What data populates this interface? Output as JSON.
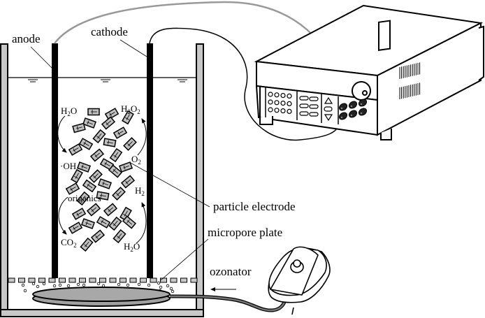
{
  "diagram": {
    "labels": {
      "anode": "anode",
      "cathode": "cathode",
      "particle_electrode": "particle electrode",
      "micropore_plate": "micropore plate",
      "ozonator": "ozonator"
    },
    "species": {
      "h2o_top": {
        "main": "H",
        "sub": "2",
        "tail": "O"
      },
      "h2o2": {
        "main": "H",
        "sub1": "2",
        "mid": "O",
        "sub2": "2"
      },
      "oh": "·OH",
      "o2": {
        "main": "O",
        "sub": "2"
      },
      "organics": "origanics",
      "h2": {
        "main": "H",
        "sub": "2"
      },
      "co2": {
        "main": "CO",
        "sub": "2"
      },
      "h2o_bottom": {
        "main": "H",
        "sub": "2",
        "tail": "O"
      }
    },
    "components": [
      "reactor-tank",
      "anode-plate",
      "cathode-plate",
      "particle-electrodes",
      "micropore-plate",
      "aeration-disc",
      "dc-power-supply",
      "ozonator",
      "wires"
    ],
    "colors": {
      "wall": "#c8c8c8",
      "particle": "#c0c0c0",
      "disc": "#a0a0a0",
      "wire_anode": "#999999",
      "wire_cathode": "#000000"
    }
  }
}
